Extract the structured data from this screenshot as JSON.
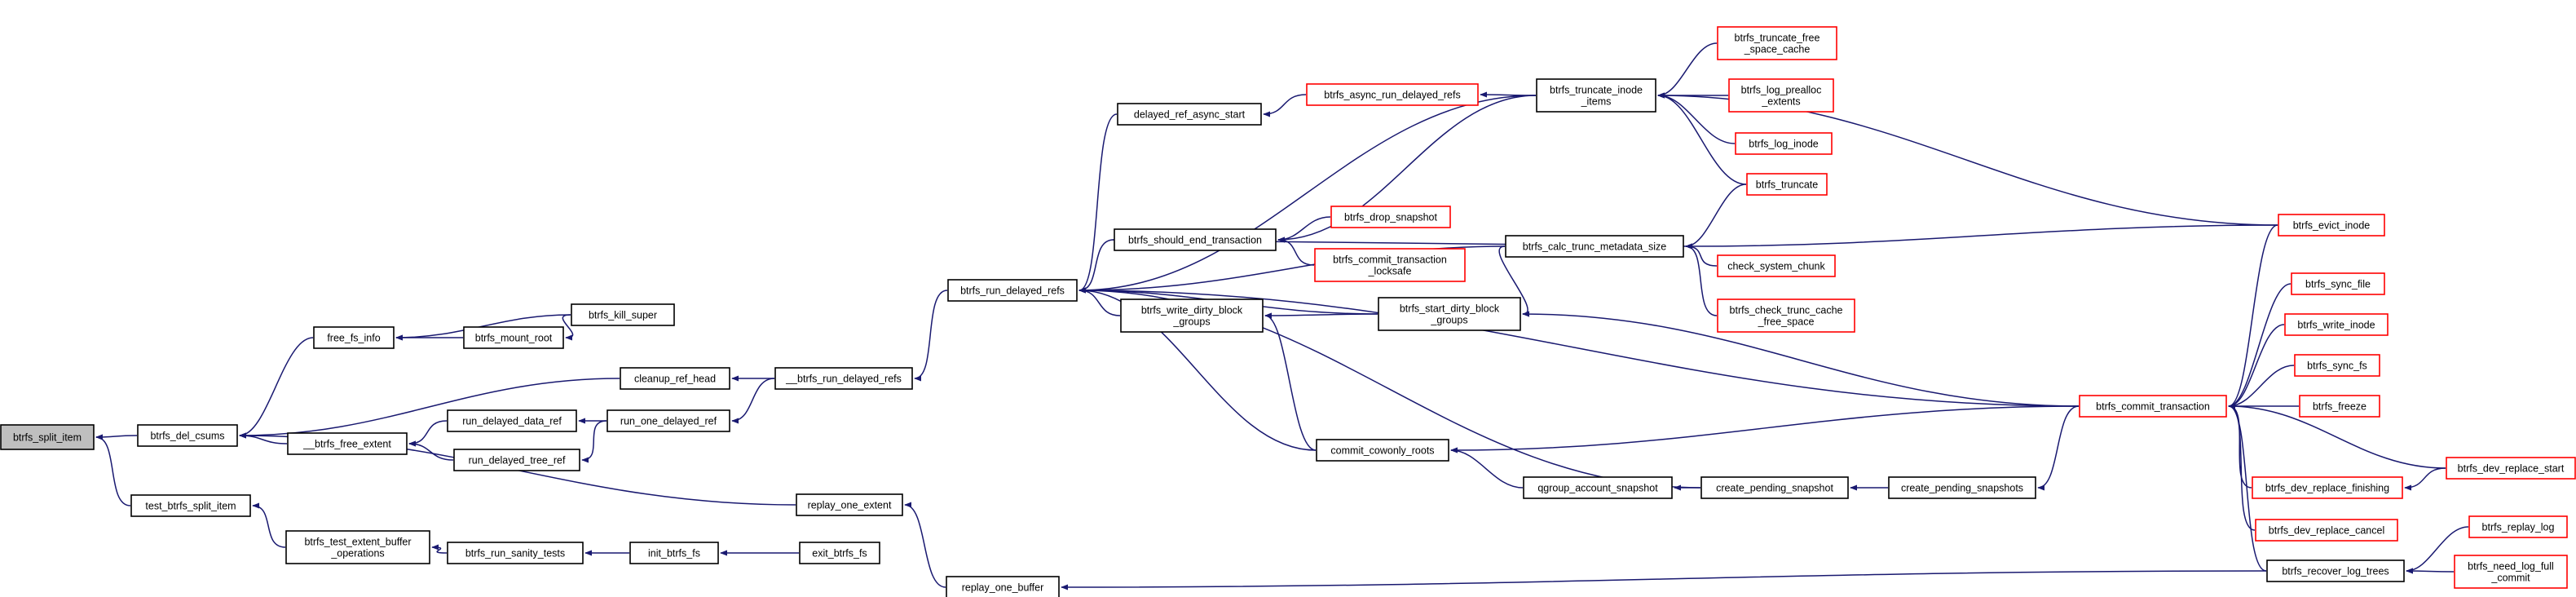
{
  "nodes": [
    {
      "id": "root",
      "lines": [
        "btrfs_split_item"
      ],
      "style": "root"
    },
    {
      "id": "del_csums",
      "lines": [
        "btrfs_del_csums"
      ],
      "style": "black"
    },
    {
      "id": "test_split",
      "lines": [
        "test_btrfs_split_item"
      ],
      "style": "black"
    },
    {
      "id": "free_fs_info",
      "lines": [
        "free_fs_info"
      ],
      "style": "black"
    },
    {
      "id": "cleanup_ref_head",
      "lines": [
        "cleanup_ref_head"
      ],
      "style": "black"
    },
    {
      "id": "free_extent",
      "lines": [
        "__btrfs_free_extent"
      ],
      "style": "black"
    },
    {
      "id": "replay_one_extent",
      "lines": [
        "replay_one_extent"
      ],
      "style": "black"
    },
    {
      "id": "test_extent_buffer",
      "lines": [
        "btrfs_test_extent_buffer",
        "_operations"
      ],
      "style": "black"
    },
    {
      "id": "kill_super",
      "lines": [
        "btrfs_kill_super"
      ],
      "style": "black"
    },
    {
      "id": "mount_root",
      "lines": [
        "btrfs_mount_root"
      ],
      "style": "black"
    },
    {
      "id": "run_delayed_refs_u",
      "lines": [
        "__btrfs_run_delayed_refs"
      ],
      "style": "black"
    },
    {
      "id": "run_delayed_data_ref",
      "lines": [
        "run_delayed_data_ref"
      ],
      "style": "black"
    },
    {
      "id": "run_one_delayed_ref",
      "lines": [
        "run_one_delayed_ref"
      ],
      "style": "black"
    },
    {
      "id": "run_delayed_tree_ref",
      "lines": [
        "run_delayed_tree_ref"
      ],
      "style": "black"
    },
    {
      "id": "replay_one_buffer",
      "lines": [
        "replay_one_buffer"
      ],
      "style": "black"
    },
    {
      "id": "run_sanity_tests",
      "lines": [
        "btrfs_run_sanity_tests"
      ],
      "style": "black"
    },
    {
      "id": "init_btrfs_fs",
      "lines": [
        "init_btrfs_fs"
      ],
      "style": "black"
    },
    {
      "id": "exit_btrfs_fs",
      "lines": [
        "exit_btrfs_fs"
      ],
      "style": "black"
    },
    {
      "id": "run_delayed_refs",
      "lines": [
        "btrfs_run_delayed_refs"
      ],
      "style": "black"
    },
    {
      "id": "delayed_ref_async_start",
      "lines": [
        "delayed_ref_async_start"
      ],
      "style": "black"
    },
    {
      "id": "should_end_trans",
      "lines": [
        "btrfs_should_end_transaction"
      ],
      "style": "black"
    },
    {
      "id": "write_dirty_block_groups",
      "lines": [
        "btrfs_write_dirty_block",
        "_groups"
      ],
      "style": "black"
    },
    {
      "id": "async_run_delayed_refs",
      "lines": [
        "btrfs_async_run_delayed_refs"
      ],
      "style": "red"
    },
    {
      "id": "drop_snapshot",
      "lines": [
        "btrfs_drop_snapshot"
      ],
      "style": "red"
    },
    {
      "id": "commit_trans_locksafe",
      "lines": [
        "btrfs_commit_transaction",
        "_locksafe"
      ],
      "style": "red"
    },
    {
      "id": "start_dirty_block_groups",
      "lines": [
        "btrfs_start_dirty_block",
        "_groups"
      ],
      "style": "black"
    },
    {
      "id": "commit_cowonly_roots",
      "lines": [
        "commit_cowonly_roots"
      ],
      "style": "black"
    },
    {
      "id": "qgroup_account_snapshot",
      "lines": [
        "qgroup_account_snapshot"
      ],
      "style": "black"
    },
    {
      "id": "truncate_inode_items",
      "lines": [
        "btrfs_truncate_inode",
        "_items"
      ],
      "style": "black"
    },
    {
      "id": "calc_trunc_metadata_size",
      "lines": [
        "btrfs_calc_trunc_metadata_size"
      ],
      "style": "black"
    },
    {
      "id": "create_pending_snapshot",
      "lines": [
        "create_pending_snapshot"
      ],
      "style": "black"
    },
    {
      "id": "create_pending_snapshots",
      "lines": [
        "create_pending_snapshots"
      ],
      "style": "black"
    },
    {
      "id": "truncate_free_space_cache",
      "lines": [
        "btrfs_truncate_free",
        "_space_cache"
      ],
      "style": "red"
    },
    {
      "id": "log_prealloc_extents",
      "lines": [
        "btrfs_log_prealloc",
        "_extents"
      ],
      "style": "red"
    },
    {
      "id": "log_inode",
      "lines": [
        "btrfs_log_inode"
      ],
      "style": "red"
    },
    {
      "id": "truncate",
      "lines": [
        "btrfs_truncate"
      ],
      "style": "red"
    },
    {
      "id": "check_system_chunk",
      "lines": [
        "check_system_chunk"
      ],
      "style": "red"
    },
    {
      "id": "check_trunc_cache_free_space",
      "lines": [
        "btrfs_check_trunc_cache",
        "_free_space"
      ],
      "style": "red"
    },
    {
      "id": "commit_transaction",
      "lines": [
        "btrfs_commit_transaction"
      ],
      "style": "red"
    },
    {
      "id": "evict_inode",
      "lines": [
        "btrfs_evict_inode"
      ],
      "style": "red"
    },
    {
      "id": "sync_file",
      "lines": [
        "btrfs_sync_file"
      ],
      "style": "red"
    },
    {
      "id": "write_inode",
      "lines": [
        "btrfs_write_inode"
      ],
      "style": "red"
    },
    {
      "id": "sync_fs",
      "lines": [
        "btrfs_sync_fs"
      ],
      "style": "red"
    },
    {
      "id": "freeze",
      "lines": [
        "btrfs_freeze"
      ],
      "style": "red"
    },
    {
      "id": "dev_replace_finishing",
      "lines": [
        "btrfs_dev_replace_finishing"
      ],
      "style": "red"
    },
    {
      "id": "dev_replace_cancel",
      "lines": [
        "btrfs_dev_replace_cancel"
      ],
      "style": "red"
    },
    {
      "id": "recover_log_trees",
      "lines": [
        "btrfs_recover_log_trees"
      ],
      "style": "black"
    },
    {
      "id": "dev_replace_start",
      "lines": [
        "btrfs_dev_replace_start"
      ],
      "style": "red"
    },
    {
      "id": "replay_log",
      "lines": [
        "btrfs_replay_log"
      ],
      "style": "red"
    },
    {
      "id": "need_log_full_commit",
      "lines": [
        "btrfs_need_log_full",
        "_commit"
      ],
      "style": "red"
    }
  ],
  "edges": [
    [
      "del_csums",
      "root"
    ],
    [
      "test_split",
      "root"
    ],
    [
      "free_fs_info",
      "del_csums"
    ],
    [
      "cleanup_ref_head",
      "del_csums"
    ],
    [
      "free_extent",
      "del_csums"
    ],
    [
      "replay_one_extent",
      "del_csums"
    ],
    [
      "test_extent_buffer",
      "test_split"
    ],
    [
      "kill_super",
      "free_fs_info"
    ],
    [
      "mount_root",
      "free_fs_info"
    ],
    [
      "kill_super",
      "mount_root"
    ],
    [
      "run_delayed_refs_u",
      "cleanup_ref_head"
    ],
    [
      "run_delayed_data_ref",
      "free_extent"
    ],
    [
      "run_delayed_tree_ref",
      "free_extent"
    ],
    [
      "run_one_delayed_ref",
      "run_delayed_data_ref"
    ],
    [
      "run_one_delayed_ref",
      "run_delayed_tree_ref"
    ],
    [
      "run_delayed_refs_u",
      "run_one_delayed_ref"
    ],
    [
      "run_delayed_refs",
      "run_delayed_refs_u"
    ],
    [
      "replay_one_buffer",
      "replay_one_extent"
    ],
    [
      "run_sanity_tests",
      "test_extent_buffer"
    ],
    [
      "init_btrfs_fs",
      "run_sanity_tests"
    ],
    [
      "exit_btrfs_fs",
      "init_btrfs_fs"
    ],
    [
      "recover_log_trees",
      "replay_one_buffer"
    ],
    [
      "delayed_ref_async_start",
      "run_delayed_refs"
    ],
    [
      "should_end_trans",
      "run_delayed_refs"
    ],
    [
      "write_dirty_block_groups",
      "run_delayed_refs"
    ],
    [
      "start_dirty_block_groups",
      "run_delayed_refs"
    ],
    [
      "commit_cowonly_roots",
      "run_delayed_refs"
    ],
    [
      "truncate_inode_items",
      "run_delayed_refs"
    ],
    [
      "calc_trunc_metadata_size",
      "run_delayed_refs"
    ],
    [
      "create_pending_snapshot",
      "run_delayed_refs"
    ],
    [
      "commit_transaction",
      "run_delayed_refs"
    ],
    [
      "async_run_delayed_refs",
      "delayed_ref_async_start"
    ],
    [
      "drop_snapshot",
      "should_end_trans"
    ],
    [
      "commit_trans_locksafe",
      "should_end_trans"
    ],
    [
      "truncate_inode_items",
      "should_end_trans"
    ],
    [
      "start_dirty_block_groups",
      "write_dirty_block_groups"
    ],
    [
      "commit_cowonly_roots",
      "write_dirty_block_groups"
    ],
    [
      "truncate_inode_items",
      "async_run_delayed_refs"
    ],
    [
      "calc_trunc_metadata_size",
      "start_dirty_block_groups"
    ],
    [
      "commit_transaction",
      "start_dirty_block_groups"
    ],
    [
      "qgroup_account_snapshot",
      "commit_cowonly_roots"
    ],
    [
      "commit_transaction",
      "commit_cowonly_roots"
    ],
    [
      "create_pending_snapshot",
      "qgroup_account_snapshot"
    ],
    [
      "create_pending_snapshots",
      "create_pending_snapshot"
    ],
    [
      "commit_transaction",
      "create_pending_snapshots"
    ],
    [
      "truncate_free_space_cache",
      "truncate_inode_items"
    ],
    [
      "log_prealloc_extents",
      "truncate_inode_items"
    ],
    [
      "log_inode",
      "truncate_inode_items"
    ],
    [
      "truncate",
      "truncate_inode_items"
    ],
    [
      "evict_inode",
      "truncate_inode_items"
    ],
    [
      "truncate",
      "calc_trunc_metadata_size"
    ],
    [
      "evict_inode",
      "calc_trunc_metadata_size"
    ],
    [
      "check_system_chunk",
      "calc_trunc_metadata_size"
    ],
    [
      "check_trunc_cache_free_space",
      "calc_trunc_metadata_size"
    ],
    [
      "should_end_trans",
      "calc_trunc_metadata_size"
    ],
    [
      "evict_inode",
      "commit_transaction"
    ],
    [
      "sync_file",
      "commit_transaction"
    ],
    [
      "write_inode",
      "commit_transaction"
    ],
    [
      "sync_fs",
      "commit_transaction"
    ],
    [
      "freeze",
      "commit_transaction"
    ],
    [
      "dev_replace_finishing",
      "commit_transaction"
    ],
    [
      "dev_replace_cancel",
      "commit_transaction"
    ],
    [
      "recover_log_trees",
      "commit_transaction"
    ],
    [
      "dev_replace_start",
      "commit_transaction"
    ],
    [
      "dev_replace_start",
      "dev_replace_finishing"
    ],
    [
      "replay_log",
      "recover_log_trees"
    ],
    [
      "need_log_full_commit",
      "recover_log_trees"
    ]
  ]
}
